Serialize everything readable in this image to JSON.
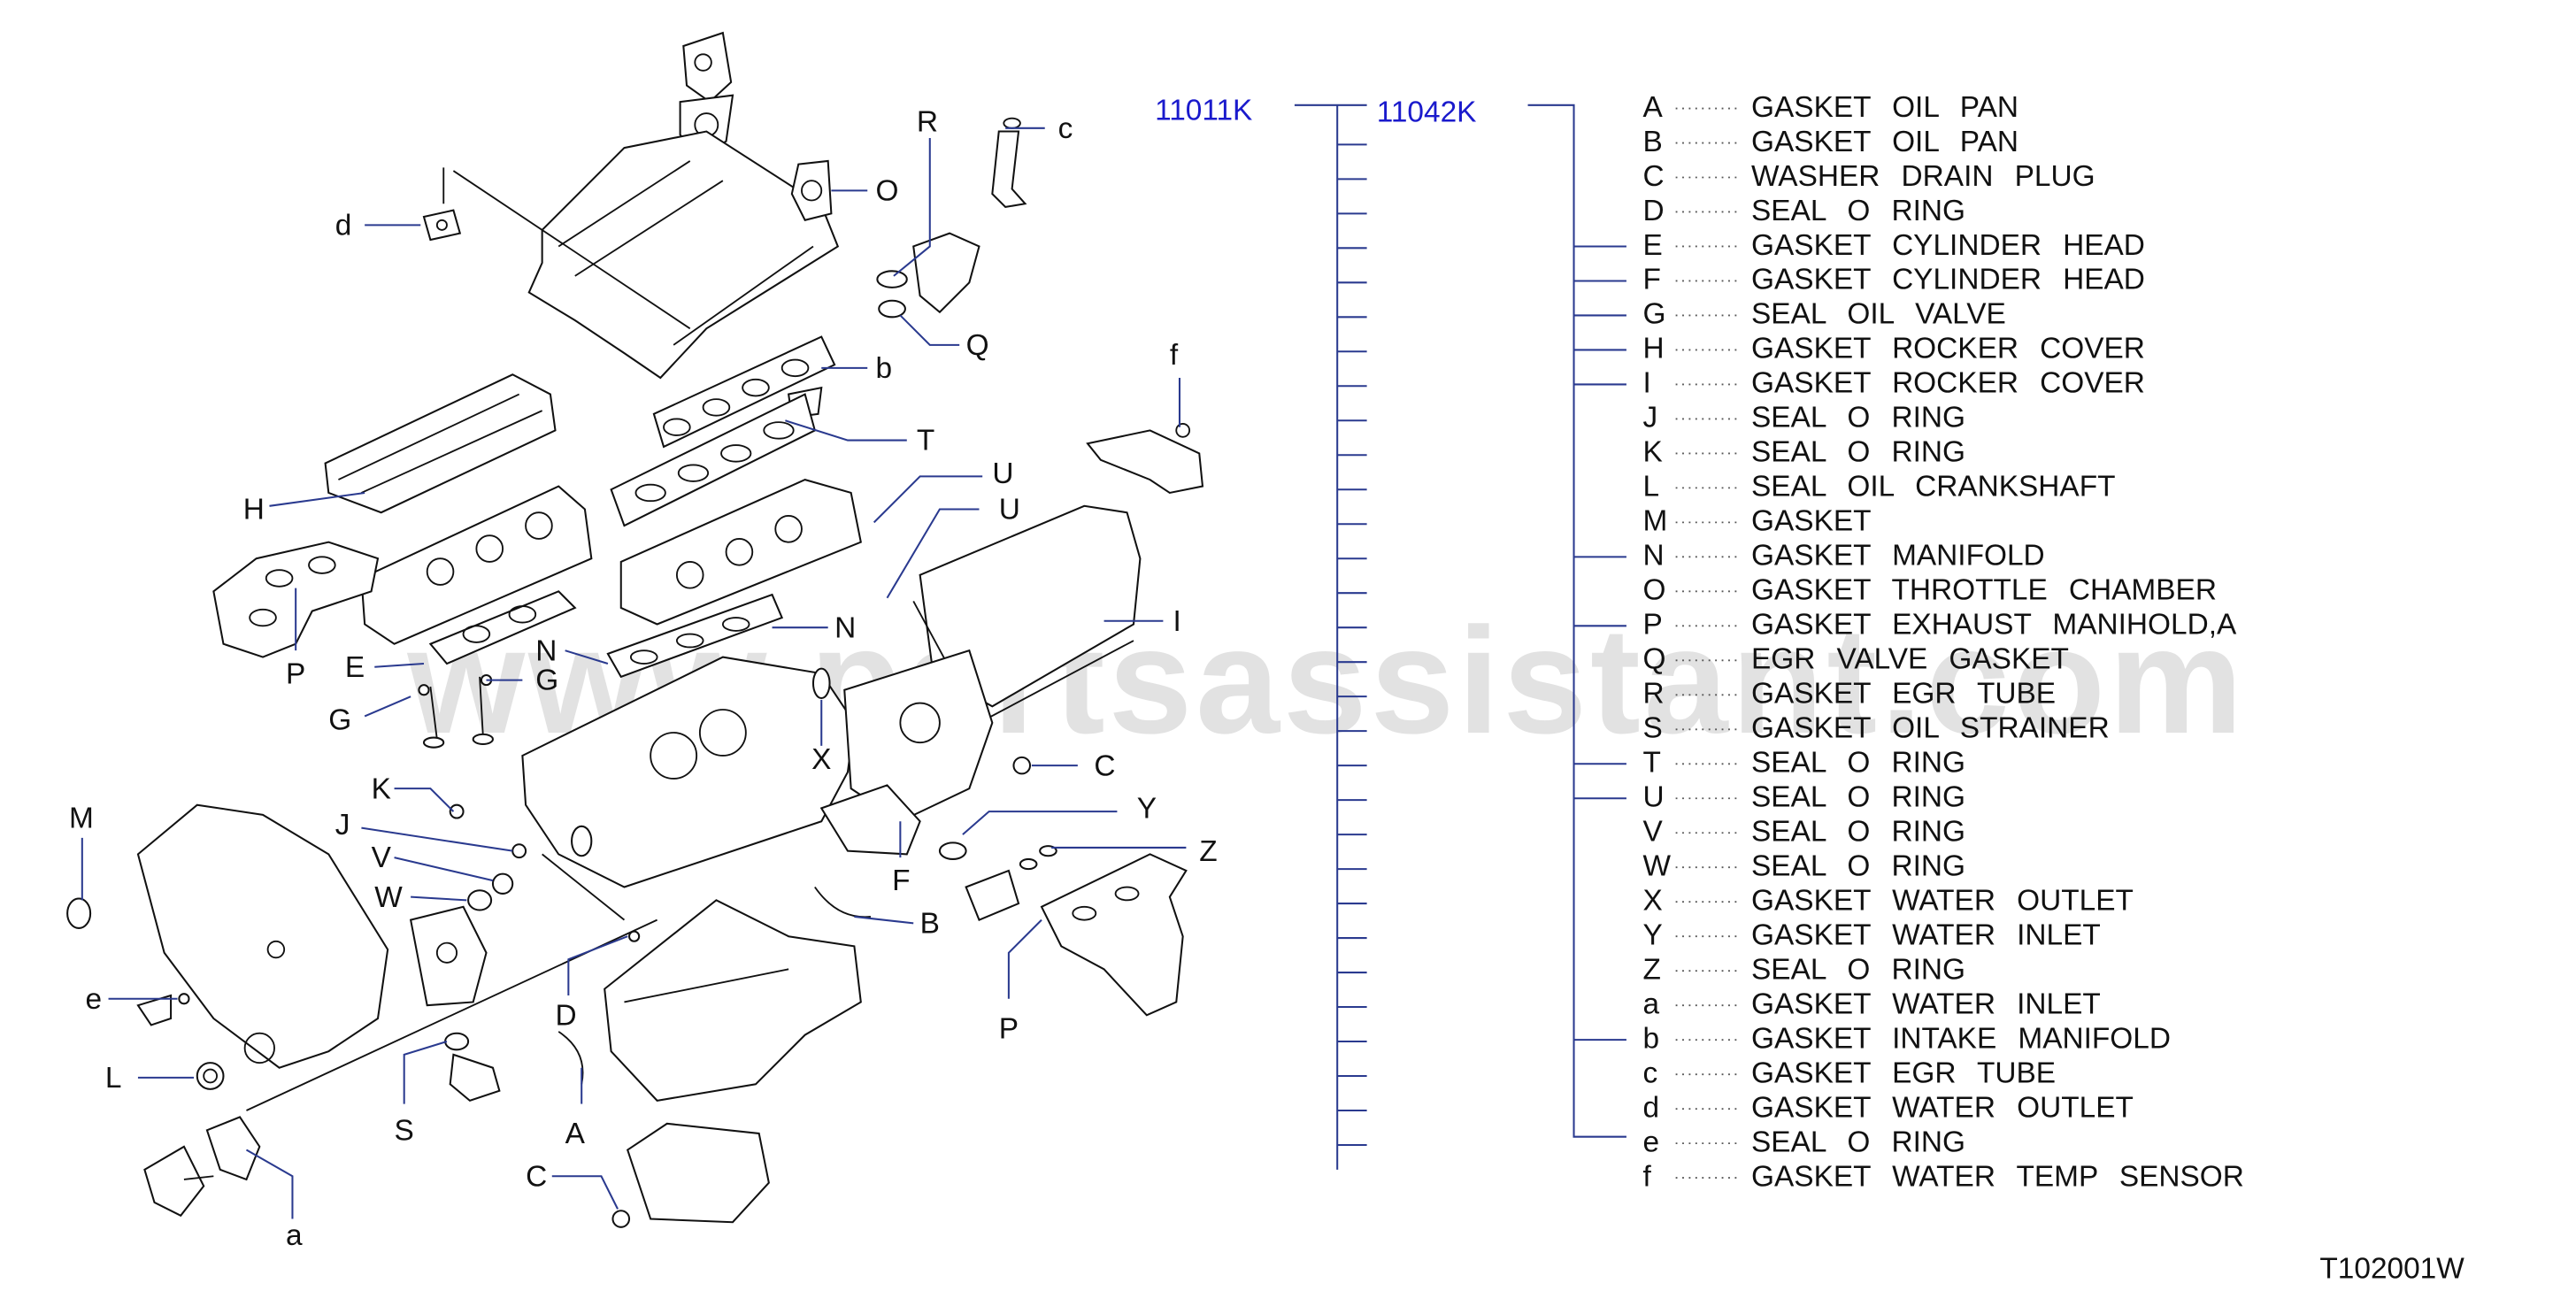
{
  "catalog": {
    "assembly_code": "11011K",
    "kit_code": "11042K",
    "figure_id": "T102001W",
    "watermark": "www.partsassistant.com"
  },
  "parts": [
    {
      "letter": "A",
      "name": "GASKET  OIL  PAN"
    },
    {
      "letter": "B",
      "name": "GASKET  OIL  PAN"
    },
    {
      "letter": "C",
      "name": "WASHER  DRAIN  PLUG"
    },
    {
      "letter": "D",
      "name": "SEAL  O  RING"
    },
    {
      "letter": "E",
      "name": "GASKET  CYLINDER  HEAD"
    },
    {
      "letter": "F",
      "name": "GASKET  CYLINDER  HEAD"
    },
    {
      "letter": "G",
      "name": "SEAL  OIL  VALVE"
    },
    {
      "letter": "H",
      "name": "GASKET  ROCKER  COVER"
    },
    {
      "letter": "I",
      "name": "GASKET  ROCKER  COVER"
    },
    {
      "letter": "J",
      "name": "SEAL  O  RING"
    },
    {
      "letter": "K",
      "name": "SEAL  O  RING"
    },
    {
      "letter": "L",
      "name": "SEAL  OIL  CRANKSHAFT"
    },
    {
      "letter": "M",
      "name": "GASKET"
    },
    {
      "letter": "N",
      "name": "GASKET  MANIFOLD"
    },
    {
      "letter": "O",
      "name": "GASKET  THROTTLE  CHAMBER"
    },
    {
      "letter": "P",
      "name": "GASKET  EXHAUST  MANIHOLD,A"
    },
    {
      "letter": "Q",
      "name": "EGR  VALVE  GASKET"
    },
    {
      "letter": "R",
      "name": "GASKET  EGR  TUBE"
    },
    {
      "letter": "S",
      "name": "GASKET  OIL  STRAINER"
    },
    {
      "letter": "T",
      "name": "SEAL  O  RING"
    },
    {
      "letter": "U",
      "name": "SEAL  O  RING"
    },
    {
      "letter": "V",
      "name": "SEAL  O  RING"
    },
    {
      "letter": "W",
      "name": "SEAL  O  RING"
    },
    {
      "letter": "X",
      "name": "GASKET  WATER  OUTLET"
    },
    {
      "letter": "Y",
      "name": "GASKET  WATER  INLET"
    },
    {
      "letter": "Z",
      "name": "SEAL  O  RING"
    },
    {
      "letter": "a",
      "name": "GASKET  WATER  INLET"
    },
    {
      "letter": "b",
      "name": "GASKET  INTAKE  MANIFOLD"
    },
    {
      "letter": "c",
      "name": "GASKET  EGR  TUBE"
    },
    {
      "letter": "d",
      "name": "GASKET  WATER  OUTLET"
    },
    {
      "letter": "e",
      "name": "SEAL  O  RING"
    },
    {
      "letter": "f",
      "name": "GASKET  WATER  TEMP  SENSOR"
    }
  ],
  "callouts": {
    "R": "R",
    "c": "c",
    "d": "d",
    "O": "O",
    "Q": "Q",
    "b": "b",
    "T": "T",
    "U1": "U",
    "U2": "U",
    "f": "f",
    "H": "H",
    "I": "I",
    "P1": "P",
    "E": "E",
    "G1": "G",
    "G2": "G",
    "N1": "N",
    "N2": "N",
    "X": "X",
    "C1": "C",
    "K": "K",
    "J": "J",
    "Y": "Y",
    "V": "V",
    "W": "W",
    "Z": "Z",
    "F": "F",
    "M": "M",
    "B": "B",
    "e": "e",
    "D": "D",
    "P2": "P",
    "L": "L",
    "S": "S",
    "A": "A",
    "C2": "C",
    "a": "a"
  }
}
